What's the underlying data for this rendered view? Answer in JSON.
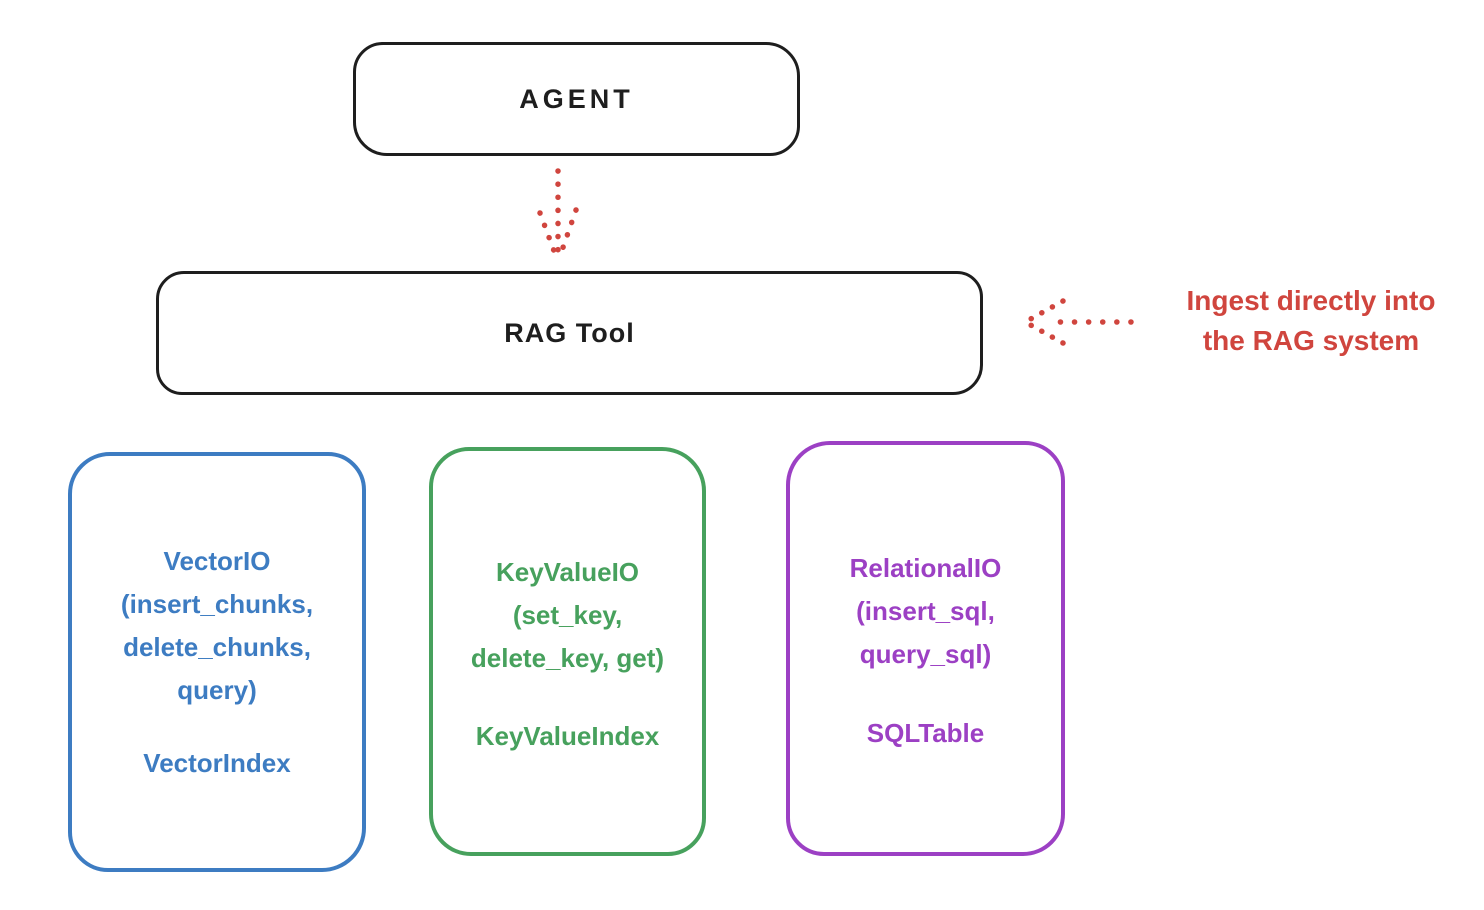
{
  "diagram": {
    "agent_label": "AGENT",
    "rag_tool_label": "RAG Tool",
    "annotation": {
      "text_line1": "Ingest directly into",
      "text_line2": "the RAG system"
    },
    "boxes": {
      "vector": {
        "title": "VectorIO",
        "param_line1": "(insert_chunks,",
        "param_line2": "delete_chunks,",
        "param_line3": "query)",
        "index_label": "VectorIndex"
      },
      "keyvalue": {
        "title": "KeyValueIO",
        "param_line1": "(set_key,",
        "param_line2": "delete_key, get)",
        "index_label": "KeyValueIndex"
      },
      "relational": {
        "title": "RelationalIO",
        "param_line1": "(insert_sql,",
        "param_line2": "query_sql)",
        "index_label": "SQLTable"
      }
    },
    "icons": {
      "agent_to_ragtool": "dotted-down-arrow-icon",
      "ingest_pointer": "dotted-left-arrow-icon"
    },
    "colors": {
      "ink_black": "#1e1e1e",
      "arrow_red": "#d0453e",
      "vector_blue": "#3d7cc2",
      "keyvalue_green": "#47a15d",
      "relational_purple": "#9c40c4",
      "background": "#ffffff"
    }
  }
}
